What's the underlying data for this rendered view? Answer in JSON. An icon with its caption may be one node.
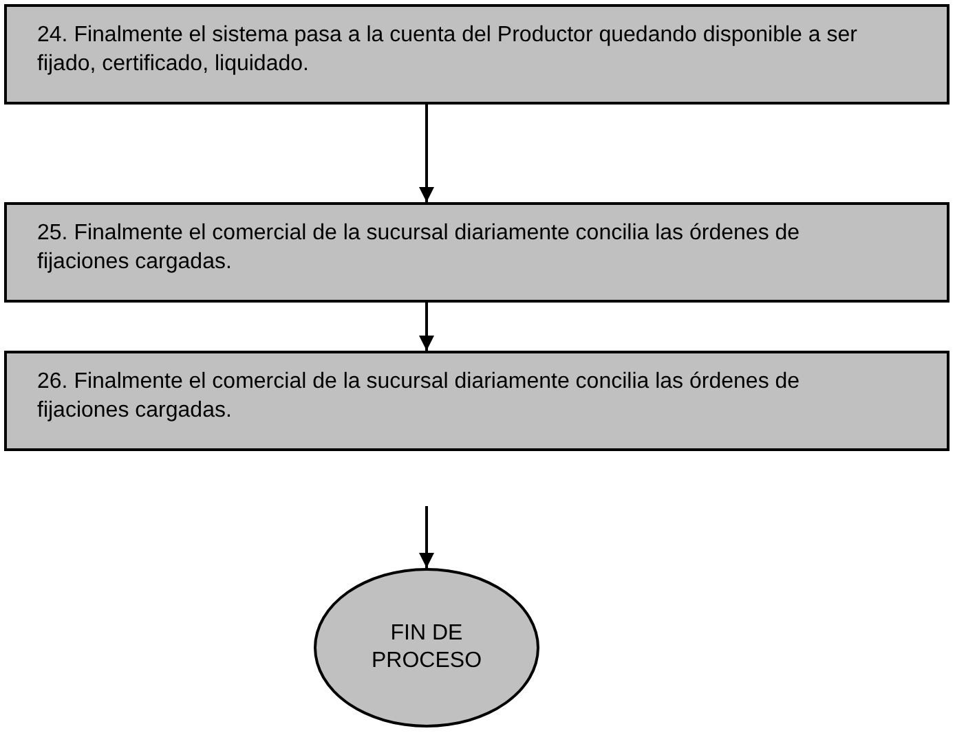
{
  "diagram": {
    "nodes": [
      {
        "text": [
          "24. Finalmente el sistema pasa a la cuenta del Productor quedando disponible a ser fijado,  certificado, liquidado."
        ]
      },
      {
        "text": [
          "25. Finalmente el comercial de la sucursal diariamente concilia las órdenes de fijaciones cargadas."
        ]
      },
      {
        "text": [
          "26. Finalmente el comercial de la sucursal diariamente concilia las órdenes de fijaciones cargadas."
        ]
      },
      {
        "text": [
          "FIN DE PROCESO"
        ]
      }
    ],
    "edges": [
      {
        "from": 0,
        "to": 1,
        "arrow": "to"
      },
      {
        "from": 1,
        "to": 2,
        "arrow": "to"
      },
      {
        "from": 2,
        "to": 3,
        "arrow": "to"
      }
    ]
  }
}
